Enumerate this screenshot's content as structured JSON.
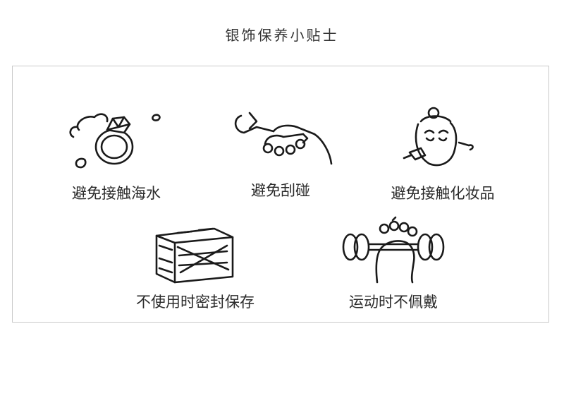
{
  "title": "银饰保养小贴士",
  "tips": [
    {
      "label": "避免接触海水",
      "icon": "ring-icon"
    },
    {
      "label": "避免刮碰",
      "icon": "wrench-hand-icon"
    },
    {
      "label": "避免接触化妆品",
      "icon": "makeup-face-icon"
    },
    {
      "label": "不使用时密封保存",
      "icon": "sealed-box-icon"
    },
    {
      "label": "运动时不佩戴",
      "icon": "dumbbell-icon"
    }
  ]
}
